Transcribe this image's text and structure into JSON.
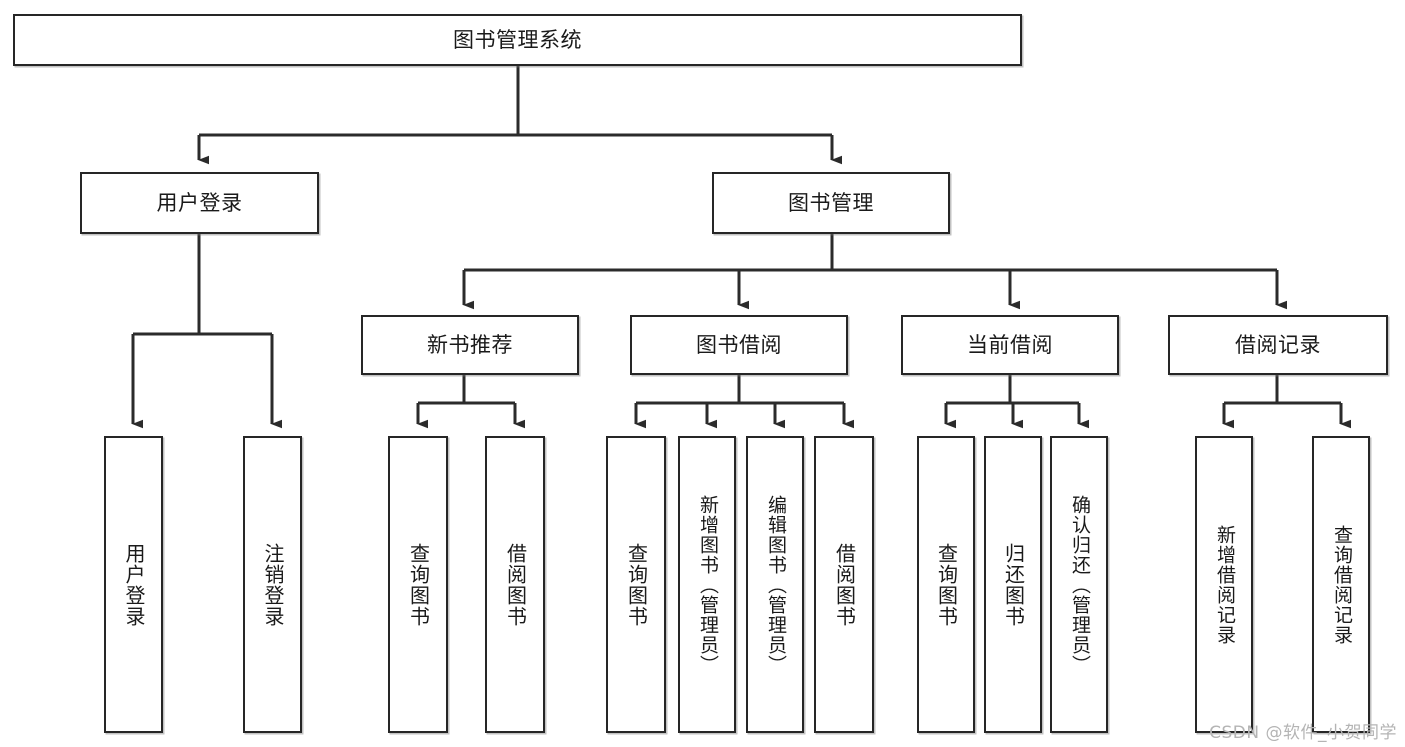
{
  "diagram": {
    "type": "tree-hierarchy",
    "title": "图书管理系统",
    "orientation": "top-down",
    "watermark": "CSDN @软件_小贺同学",
    "colors": {
      "box_border": "#262626",
      "box_fill": "#ffffff",
      "connector": "#2b2b2b",
      "text": "#1a1a1a",
      "watermark": "#b4b4b4"
    },
    "nodes": {
      "root": {
        "label": "图书管理系统",
        "level": 0
      },
      "l1": [
        {
          "id": "user-login",
          "label": "用户登录",
          "level": 1
        },
        {
          "id": "book-manage",
          "label": "图书管理",
          "level": 1
        }
      ],
      "l2": [
        {
          "id": "new-book-recommend",
          "label": "新书推荐",
          "level": 2,
          "parent": "book-manage"
        },
        {
          "id": "book-borrow",
          "label": "图书借阅",
          "level": 2,
          "parent": "book-manage"
        },
        {
          "id": "current-borrow",
          "label": "当前借阅",
          "level": 2,
          "parent": "book-manage"
        },
        {
          "id": "borrow-record",
          "label": "借阅记录",
          "level": 2,
          "parent": "book-manage"
        }
      ],
      "leaves": [
        {
          "id": "leaf-user-login",
          "label": "用户登录",
          "parent": "user-login"
        },
        {
          "id": "leaf-user-logout",
          "label": "注销登录",
          "parent": "user-login"
        },
        {
          "id": "leaf-query-book-1",
          "label": "查询图书",
          "parent": "new-book-recommend"
        },
        {
          "id": "leaf-borrow-book-1",
          "label": "借阅图书",
          "parent": "new-book-recommend"
        },
        {
          "id": "leaf-query-book-2",
          "label": "查询图书",
          "parent": "book-borrow"
        },
        {
          "id": "leaf-add-book",
          "label": "新增图书（管理员）",
          "parent": "book-borrow"
        },
        {
          "id": "leaf-edit-book",
          "label": "编辑图书（管理员）",
          "parent": "book-borrow"
        },
        {
          "id": "leaf-borrow-book-2",
          "label": "借阅图书",
          "parent": "book-borrow"
        },
        {
          "id": "leaf-query-book-3",
          "label": "查询图书",
          "parent": "current-borrow"
        },
        {
          "id": "leaf-return-book",
          "label": "归还图书",
          "parent": "current-borrow"
        },
        {
          "id": "leaf-confirm-return",
          "label": "确认归还（管理员）",
          "parent": "current-borrow"
        },
        {
          "id": "leaf-add-record",
          "label": "新增借阅记录",
          "parent": "borrow-record"
        },
        {
          "id": "leaf-query-record",
          "label": "查询借阅记录",
          "parent": "borrow-record"
        }
      ]
    }
  }
}
